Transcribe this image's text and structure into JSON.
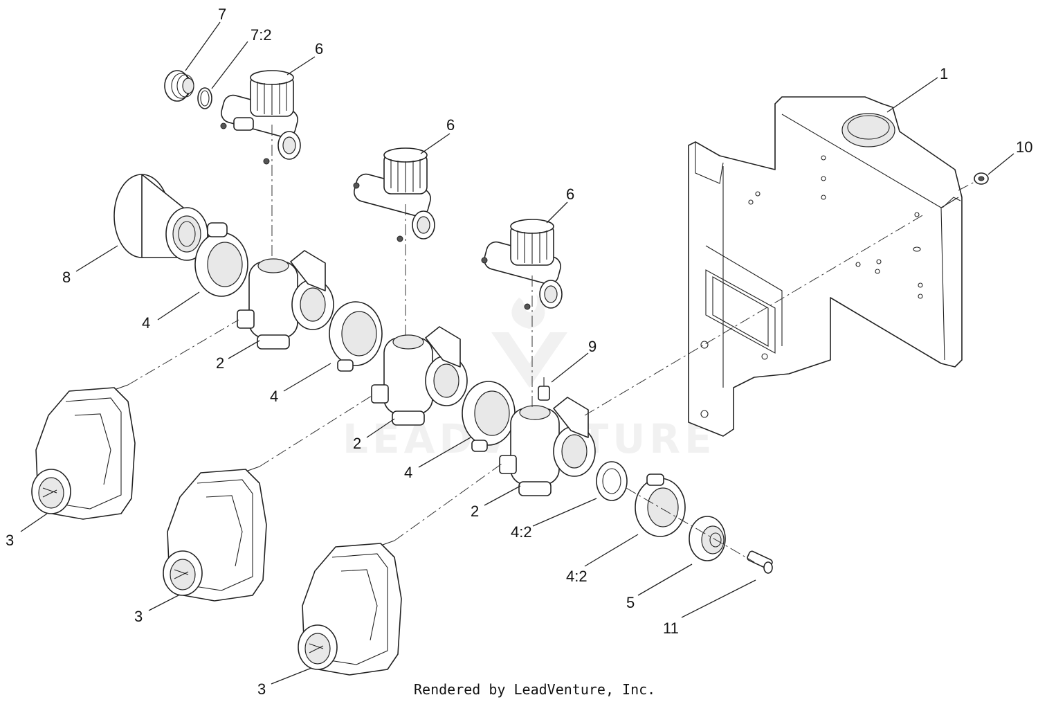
{
  "diagram": {
    "callouts": {
      "c1": "1",
      "c2a": "2",
      "c2b": "2",
      "c2c": "2",
      "c3a": "3",
      "c3b": "3",
      "c3c": "3",
      "c4a": "4",
      "c4b": "4",
      "c4c": "4",
      "c4_2a": "4:2",
      "c4_2b": "4:2",
      "c5": "5",
      "c6a": "6",
      "c6b": "6",
      "c6c": "6",
      "c7": "7",
      "c7_2": "7:2",
      "c8": "8",
      "c9": "9",
      "c10": "10",
      "c11": "11"
    },
    "watermark": "LEADVENTURE",
    "credit": "Rendered by LeadVenture, Inc."
  }
}
